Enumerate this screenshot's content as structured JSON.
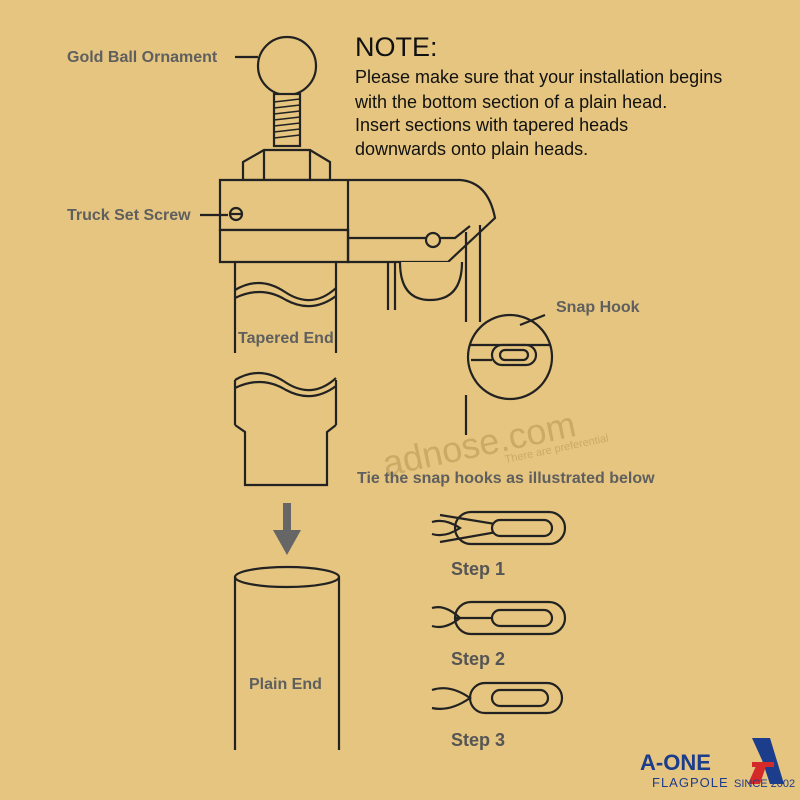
{
  "labels": {
    "ornament": "Gold Ball Ornament",
    "set_screw": "Truck Set Screw",
    "tapered_end": "Tapered End",
    "plain_end": "Plain End",
    "snap_hook": "Snap Hook"
  },
  "note": {
    "heading": "NOTE:",
    "lines": [
      "Please make sure that your installation begins",
      "with the bottom section of a plain head.",
      "Insert sections with tapered heads",
      "downwards onto plain heads."
    ]
  },
  "tie": {
    "instruction": "Tie the snap hooks as illustrated below",
    "steps": [
      "Step 1",
      "Step 2",
      "Step 3"
    ]
  },
  "watermark": {
    "main": "adnose.com",
    "sub": "There are preferential"
  },
  "brand": {
    "name": "A-ONE",
    "sub": "FLAGPOLE",
    "since": "SINCE 2002",
    "color": "#1c3c8c",
    "accent": "#d42a2a"
  },
  "colors": {
    "background": "#e5c57f",
    "line": "#222222",
    "label": "#5f5f5f"
  }
}
